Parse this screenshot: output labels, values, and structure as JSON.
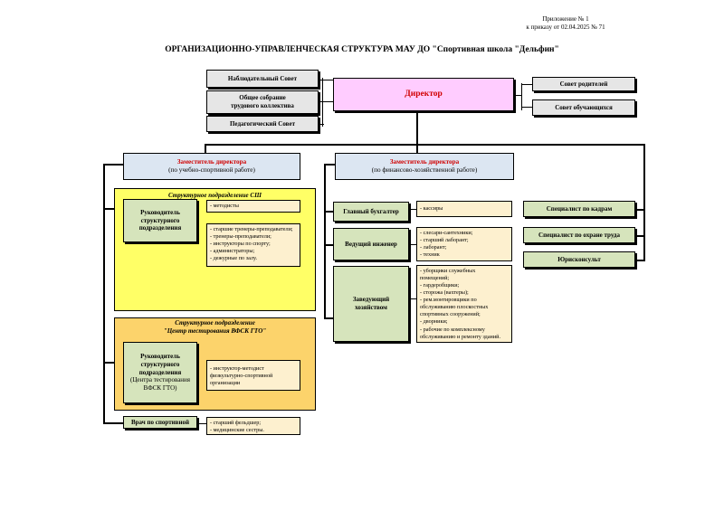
{
  "header": {
    "appendix_line1": "Приложение № 1",
    "appendix_line2": "к приказу от 02.04.2025 № 71",
    "title": "ОРГАНИЗАЦИОННО-УПРАВЛЕНЧЕСКАЯ СТРУКТУРА МАУ ДО \"Спортивная школа \"Дельфин\""
  },
  "left_councils": {
    "supervisory": "Наблюдательный Совет",
    "general_meeting_line1": "Общее собрание",
    "general_meeting_line2": "трудового коллектива",
    "pedagogical": "Педагогический Совет"
  },
  "director": "Директор",
  "right_councils": {
    "parents": "Совет родителей",
    "students": "Совет обучающихся"
  },
  "deputy_sport": {
    "title": "Заместитель директора",
    "subtitle": "(по учебно-спортивной работе)"
  },
  "deputy_finance": {
    "title": "Заместитель директора",
    "subtitle": "(по финансово-хозяйственной работе)"
  },
  "division_sh": {
    "title": "Структурное подразделение СШ",
    "head_line1": "Руководитель",
    "head_line2": "структурного",
    "head_line3": "подразделения",
    "methodists": "- методисты",
    "staff": [
      "- старшие тренеры-преподаватели;",
      "- тренеры-преподаватели;",
      "- инструкторы по спорту;",
      "- администраторы;",
      "- дежурные по залу."
    ]
  },
  "division_gto": {
    "title_line1": "Структурное подразделение",
    "title_line2": "\"Центр тестирования ВФСК ГТО\"",
    "head_line1": "Руководитель",
    "head_line2": "структурного",
    "head_line3": "подразделения",
    "head_line4": "(Центра тестирования",
    "head_line5": "ВФСК ГТО)",
    "staff": [
      "- инструктор-методист",
      "физкультурно-спортивной",
      "организации"
    ]
  },
  "doctor": {
    "title": "Врач по спортивной",
    "staff": [
      "- старший фельдшер;",
      "- медицинские сестры."
    ]
  },
  "accountant": {
    "title": "Главный бухгалтер",
    "staff": "- кассиры"
  },
  "engineer": {
    "title": "Ведущий инженер",
    "staff": [
      "- слесари-сантехники;",
      "- старший лаборант;",
      "- лаборант;",
      "- техник"
    ]
  },
  "housekeeping": {
    "title_line1": "Заведующий",
    "title_line2": "хозяйством",
    "staff": [
      "- уборщики служебных",
      "помещений;",
      "- гардеробщики;",
      "- сторожа (вахтеры);",
      "- рем.монтировщики по",
      "обслуживанию плоскостных",
      "спортивных  сооружений;",
      "- дворники;",
      "- рабочие по комплексному",
      "обслуживанию и ремонту зданий."
    ]
  },
  "specialists": {
    "hr": "Специалист по кадрам",
    "labor_safety": "Специалист по охране труда",
    "lawyer": "Юрисконсульт"
  }
}
